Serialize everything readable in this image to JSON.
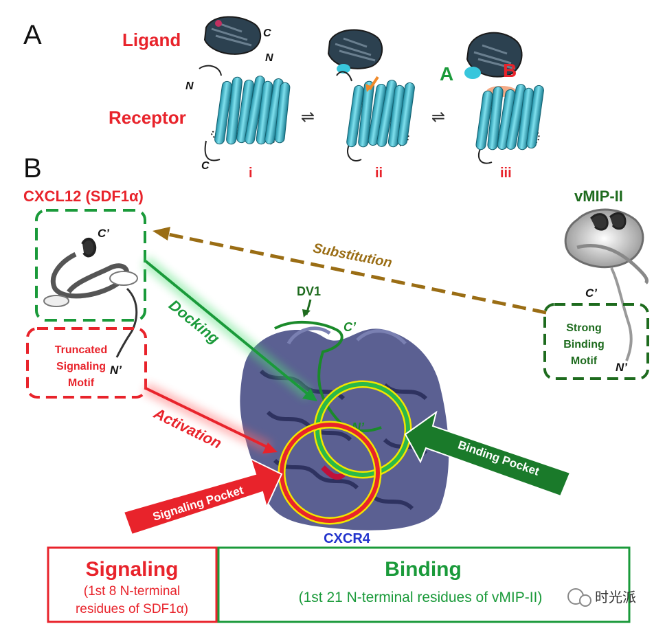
{
  "panelA": {
    "label": "A",
    "ligand_label": "Ligand",
    "receptor_label": "Receptor",
    "n_terminal_ligand": "N",
    "c_terminal_ligand": "C",
    "n_terminal_receptor": "N",
    "c_terminal_receptor": "C",
    "equilibrium_symbol": "⇌",
    "site_a_label": "A",
    "site_b_label": "B",
    "stages": [
      "i",
      "ii",
      "iii"
    ]
  },
  "panelB": {
    "label": "B",
    "cxcl12_title": "CXCL12 (SDF1α)",
    "vmip_title": "vMIP-II",
    "c_prime": "C’",
    "n_prime": "N’",
    "truncated_box": "Truncated Signaling Motif",
    "truncated_lines": [
      "Truncated",
      "Signaling",
      "Motif"
    ],
    "strong_box": "Strong Binding Motif",
    "strong_lines": [
      "Strong",
      "Binding",
      "Motif"
    ],
    "substitution_label": "Substitution",
    "docking_label": "Docking",
    "activation_label": "Activation",
    "dv1_label": "DV1",
    "binding_pocket_label": "Binding Pocket",
    "signaling_pocket_label": "Signaling Pocket",
    "receptor_name": "CXCR4"
  },
  "bottom": {
    "signaling_title": "Signaling",
    "signaling_sub_line1": "(1st 8 N-terminal",
    "signaling_sub_line2": "residues of SDF1α)",
    "binding_title": "Binding",
    "binding_sub": "(1st 21 N-terminal residues of vMIP-II)",
    "watermark": "时光派"
  },
  "colors": {
    "red": "#e8232b",
    "green": "#1a9a3a",
    "dark_green": "#1e6b1e",
    "brown": "#9a6d14",
    "blue": "#2233cc",
    "cyan": "#38c6dc",
    "navy": "#4a4f7e",
    "yellow": "#f2e600"
  }
}
